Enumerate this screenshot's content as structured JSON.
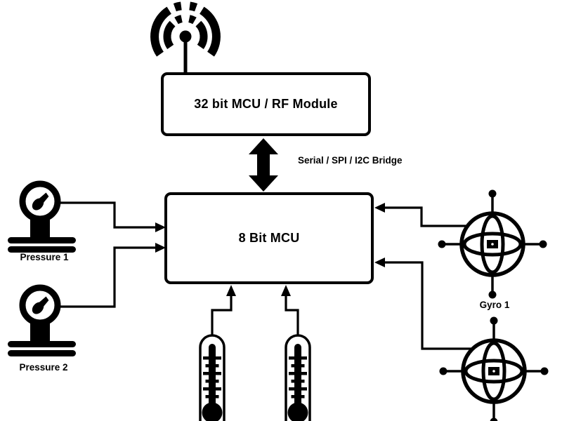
{
  "colors": {
    "ink": "#000000",
    "background": "#ffffff"
  },
  "blocks": {
    "rf_module": {
      "label": "32 bit MCU / RF Module"
    },
    "mcu_8bit": {
      "label": "8 Bit MCU"
    }
  },
  "bridge": {
    "label": "Serial / SPI / I2C Bridge"
  },
  "sensors": {
    "pressure_1": {
      "label": "Pressure 1",
      "icon": "pressure-gauge-icon"
    },
    "pressure_2": {
      "label": "Pressure 2",
      "icon": "pressure-gauge-icon"
    },
    "gyro_1": {
      "label": "Gyro 1",
      "icon": "gyroscope-icon"
    },
    "gyro_2": {
      "icon": "gyroscope-icon"
    },
    "thermometer_1": {
      "icon": "thermometer-icon"
    },
    "thermometer_2": {
      "icon": "thermometer-icon"
    },
    "antenna": {
      "icon": "rf-antenna-icon"
    }
  }
}
